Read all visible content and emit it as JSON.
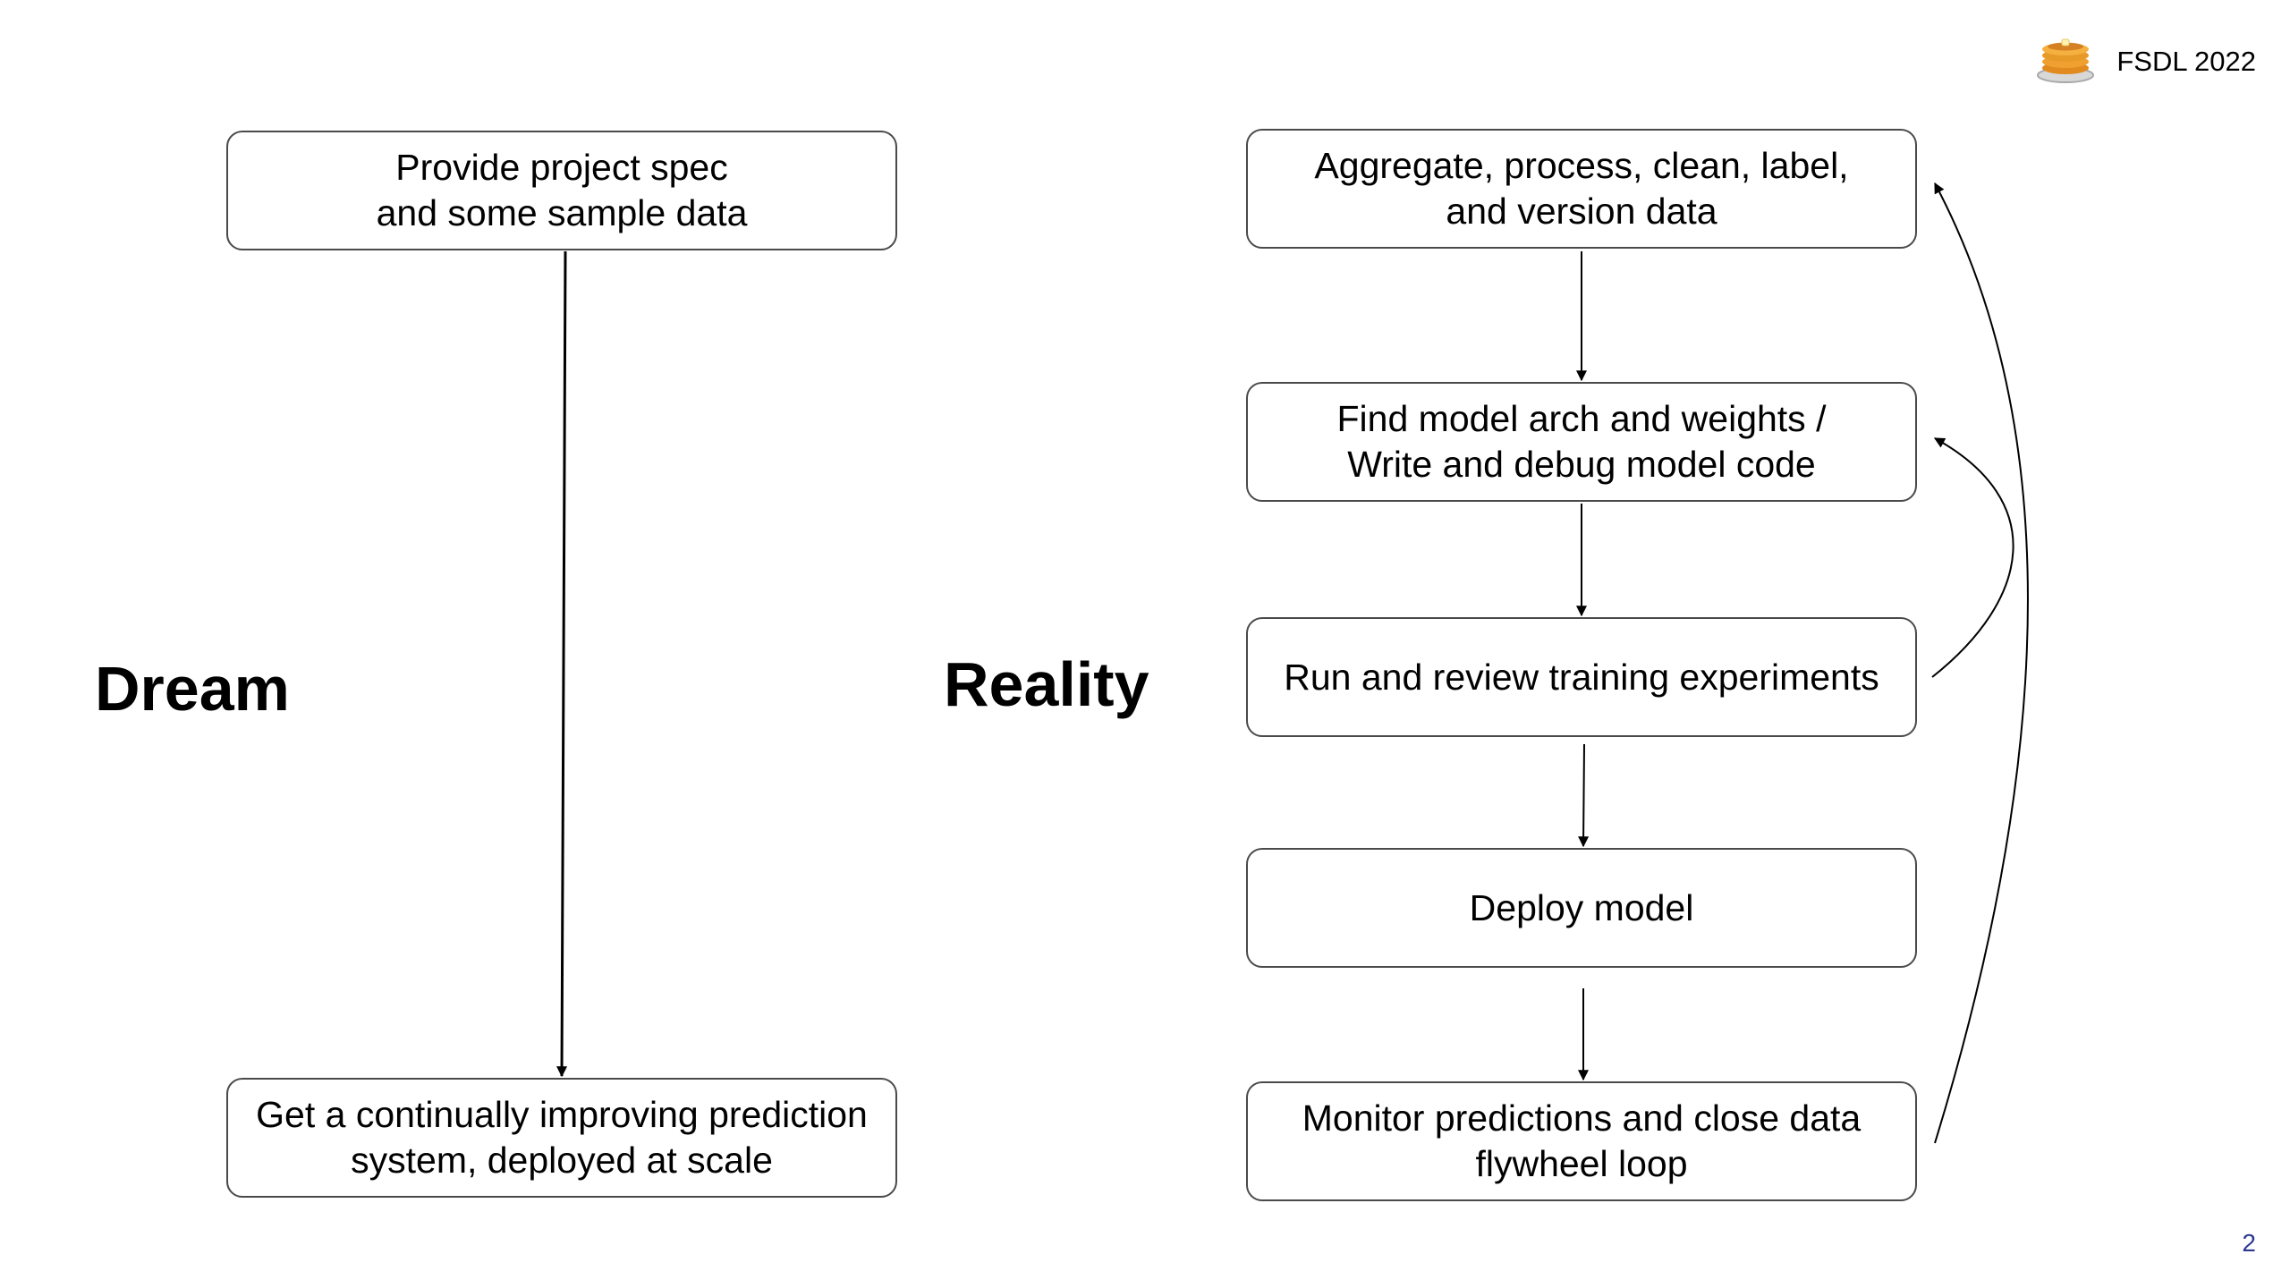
{
  "header": {
    "brand_label": "FSDL 2022",
    "logo_icon": "pancake-stack-icon"
  },
  "footer": {
    "page_number": "2"
  },
  "dream": {
    "title": "Dream",
    "steps": [
      "Provide project spec\nand some sample data",
      "Get a continually improving prediction\nsystem, deployed at scale"
    ]
  },
  "reality": {
    "title": "Reality",
    "steps": [
      "Aggregate, process, clean, label,\nand version data",
      "Find model arch and weights /\nWrite and debug model code",
      "Run and review training experiments",
      "Deploy model",
      "Monitor predictions and close data\nflywheel loop"
    ]
  },
  "colors": {
    "border": "#4a4a4a",
    "page_number": "#2b3a8f",
    "pancake": "#f0a030"
  }
}
